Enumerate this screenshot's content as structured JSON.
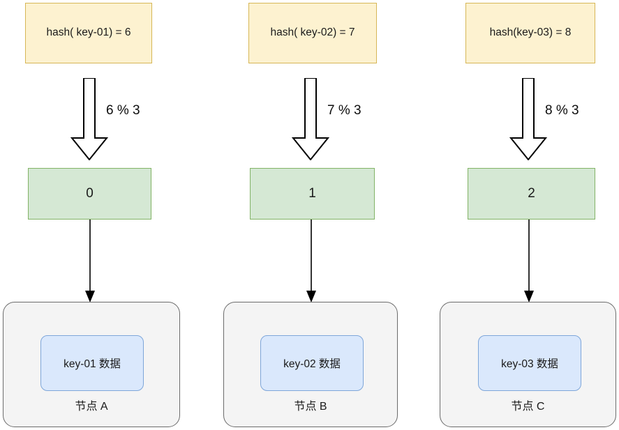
{
  "diagram": {
    "title": "hash modulo key routing",
    "colors": {
      "hash_fill": "#fdf2d0",
      "hash_border": "#d6b656",
      "slot_fill": "#d5e8d4",
      "slot_border": "#82b366",
      "node_fill": "#f4f4f4",
      "node_border": "#6b6b6b",
      "data_fill": "#dae8fc",
      "data_border": "#7ea6d9",
      "arrow_stroke": "#000000",
      "background": "#ffffff"
    },
    "columns": [
      {
        "hash_expr": "hash( key-01) = 6",
        "mod_label": "6 % 3",
        "slot": "0",
        "data_label": "key-01 数据",
        "node_label": "节点 A"
      },
      {
        "hash_expr": "hash( key-02) = 7",
        "mod_label": "7 % 3",
        "slot": "1",
        "data_label": "key-02 数据",
        "node_label": "节点 B"
      },
      {
        "hash_expr": "hash(key-03) = 8",
        "mod_label": "8 % 3",
        "slot": "2",
        "data_label": "key-03 数据",
        "node_label": "节点 C"
      }
    ]
  }
}
